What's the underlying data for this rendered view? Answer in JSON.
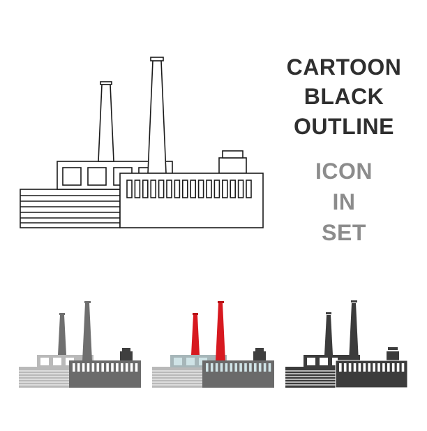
{
  "caption": {
    "line1": "CARTOON",
    "line2": "BLACK",
    "line3": "OUTLINE",
    "line4": "ICON",
    "line5": "IN",
    "line6": "SET"
  },
  "icons": {
    "outline": {
      "stroke": "#1a1a1a",
      "fill": "#ffffff"
    },
    "cartoon_gray": {
      "building_light": "#b9b9b9",
      "building_dark": "#6b6b6b",
      "chimney": "#6f6f6f",
      "window": "#ffffff"
    },
    "cartoon_color": {
      "building_light": "#a6b6b9",
      "building_dark": "#6a6a6a",
      "chimney": "#d71920",
      "window": "#cfe3e6"
    },
    "black": {
      "fill": "#3c3c3c",
      "window": "#ffffff"
    }
  }
}
